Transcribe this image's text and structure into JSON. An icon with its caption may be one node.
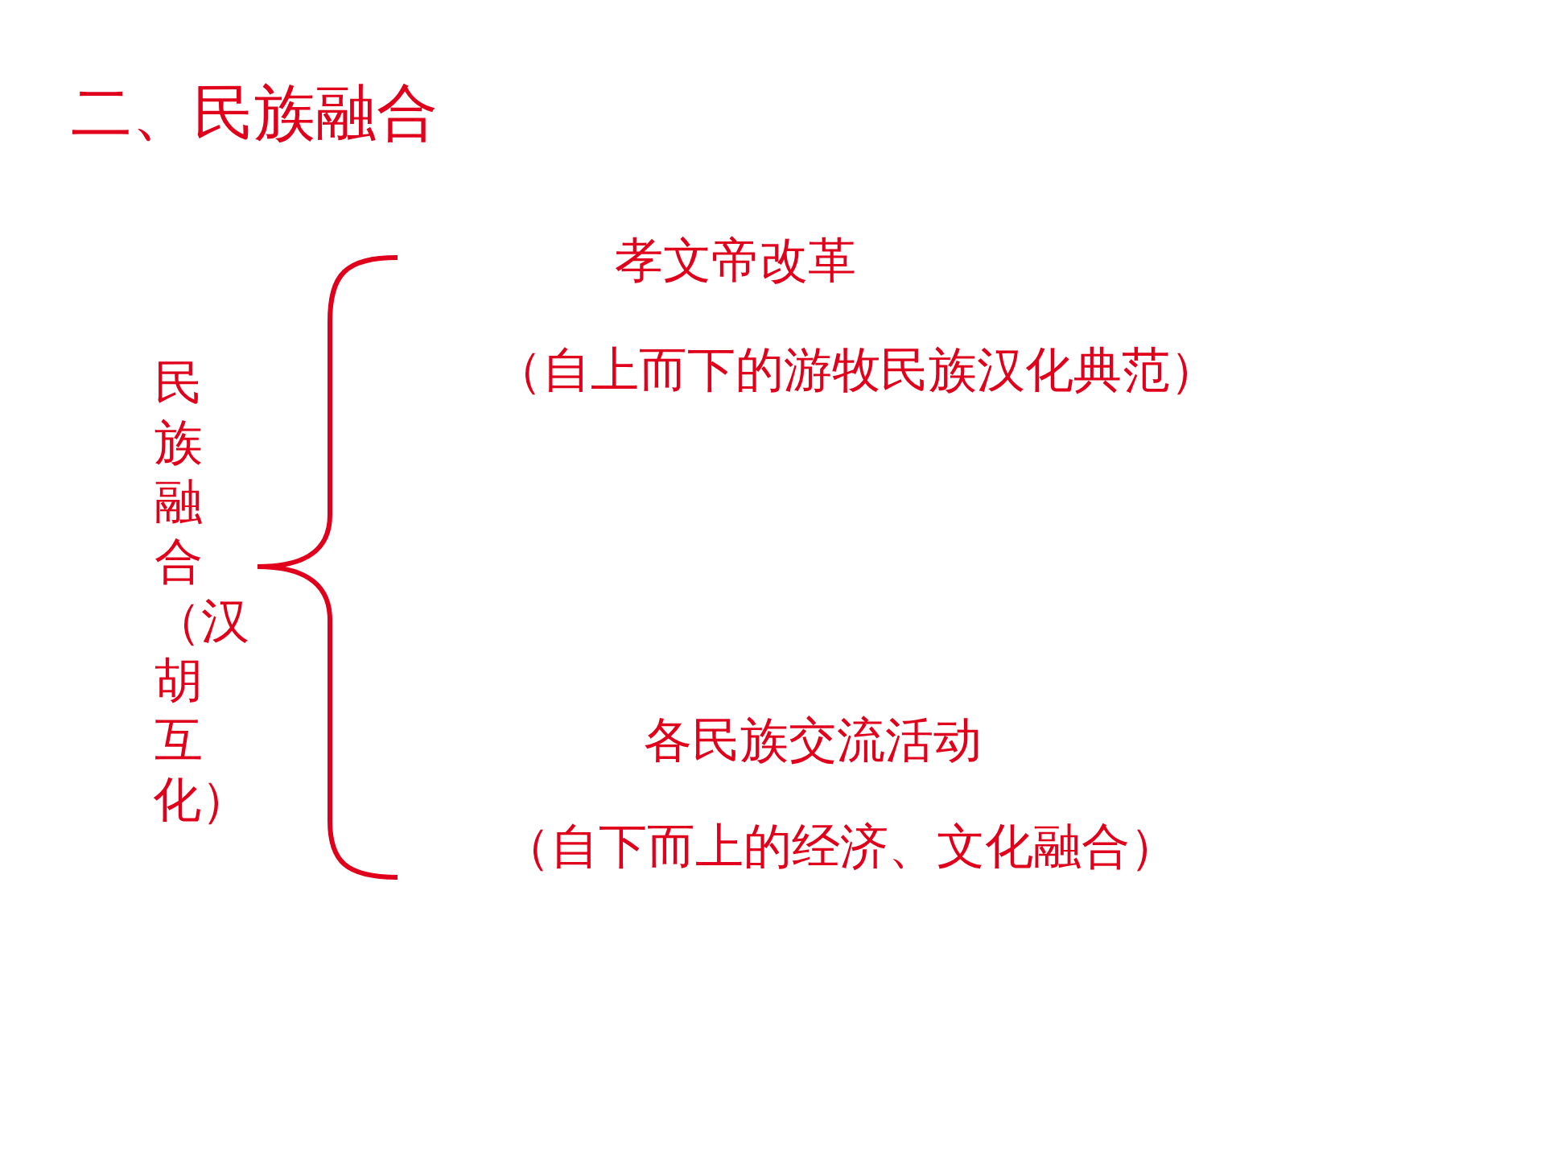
{
  "diagram": {
    "title": "二、民族融合",
    "labels": [
      "民族融合（汉胡互化）",
      "孝文帝改革",
      "（自上而下的游牧民族汉化典范）",
      "各民族交流活动",
      "（自下而上的经济、文化融合）"
    ]
  }
}
